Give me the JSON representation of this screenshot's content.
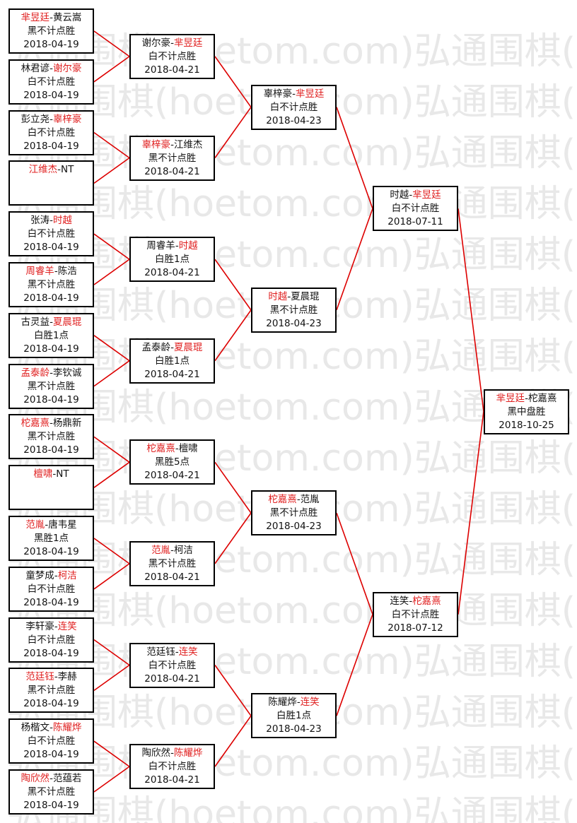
{
  "watermark": {
    "text": "弘通围棋(hoetom.com)",
    "color": "#e8e8e8"
  },
  "colors": {
    "winner": "#e02020",
    "line": "#dd0000",
    "border": "#000000"
  },
  "rounds": [
    [
      {
        "p1": "芈昱廷",
        "p2": "黄云嵩",
        "winner": 1,
        "result": "黑不计点胜",
        "date": "2018-04-19"
      },
      {
        "p1": "林君谚",
        "p2": "谢尔豪",
        "winner": 2,
        "result": "白不计点胜",
        "date": "2018-04-19"
      },
      {
        "p1": "彭立尧",
        "p2": "辜梓豪",
        "winner": 2,
        "result": "白不计点胜",
        "date": "2018-04-19"
      },
      {
        "p1": "江维杰",
        "p2": "NT",
        "winner": 1,
        "result": "",
        "date": ""
      },
      {
        "p1": "张涛",
        "p2": "时越",
        "winner": 2,
        "result": "白不计点胜",
        "date": "2018-04-19"
      },
      {
        "p1": "周睿羊",
        "p2": "陈浩",
        "winner": 1,
        "result": "黑不计点胜",
        "date": "2018-04-19"
      },
      {
        "p1": "古灵益",
        "p2": "夏晨琨",
        "winner": 2,
        "result": "白胜1点",
        "date": "2018-04-19"
      },
      {
        "p1": "孟泰龄",
        "p2": "李钦诚",
        "winner": 1,
        "result": "黑不计点胜",
        "date": "2018-04-19"
      },
      {
        "p1": "柁嘉熹",
        "p2": "杨鼎新",
        "winner": 1,
        "result": "黑不计点胜",
        "date": "2018-04-19"
      },
      {
        "p1": "檀啸",
        "p2": "NT",
        "winner": 1,
        "result": "",
        "date": ""
      },
      {
        "p1": "范胤",
        "p2": "唐韦星",
        "winner": 1,
        "result": "黑胜1点",
        "date": "2018-04-19"
      },
      {
        "p1": "童梦成",
        "p2": "柯洁",
        "winner": 2,
        "result": "白不计点胜",
        "date": "2018-04-19"
      },
      {
        "p1": "李轩豪",
        "p2": "连笑",
        "winner": 2,
        "result": "白不计点胜",
        "date": "2018-04-19"
      },
      {
        "p1": "范廷钰",
        "p2": "李赫",
        "winner": 1,
        "result": "黑不计点胜",
        "date": "2018-04-19"
      },
      {
        "p1": "杨楷文",
        "p2": "陈耀烨",
        "winner": 2,
        "result": "白不计点胜",
        "date": "2018-04-19"
      },
      {
        "p1": "陶欣然",
        "p2": "范蕴若",
        "winner": 1,
        "result": "黑不计点胜",
        "date": "2018-04-19"
      }
    ],
    [
      {
        "p1": "谢尔豪",
        "p2": "芈昱廷",
        "winner": 2,
        "result": "白不计点胜",
        "date": "2018-04-21"
      },
      {
        "p1": "辜梓豪",
        "p2": "江维杰",
        "winner": 1,
        "result": "黑不计点胜",
        "date": "2018-04-21"
      },
      {
        "p1": "周睿羊",
        "p2": "时越",
        "winner": 2,
        "result": "白胜1点",
        "date": "2018-04-21"
      },
      {
        "p1": "孟泰龄",
        "p2": "夏晨琨",
        "winner": 2,
        "result": "白胜1点",
        "date": "2018-04-21"
      },
      {
        "p1": "柁嘉熹",
        "p2": "檀啸",
        "winner": 1,
        "result": "黑胜5点",
        "date": "2018-04-21"
      },
      {
        "p1": "范胤",
        "p2": "柯洁",
        "winner": 1,
        "result": "黑不计点胜",
        "date": "2018-04-21"
      },
      {
        "p1": "范廷钰",
        "p2": "连笑",
        "winner": 2,
        "result": "白不计点胜",
        "date": "2018-04-21"
      },
      {
        "p1": "陶欣然",
        "p2": "陈耀烨",
        "winner": 2,
        "result": "白不计点胜",
        "date": "2018-04-21"
      }
    ],
    [
      {
        "p1": "辜梓豪",
        "p2": "芈昱廷",
        "winner": 2,
        "result": "白不计点胜",
        "date": "2018-04-23"
      },
      {
        "p1": "时越",
        "p2": "夏晨琨",
        "winner": 1,
        "result": "黑不计点胜",
        "date": "2018-04-23"
      },
      {
        "p1": "柁嘉熹",
        "p2": "范胤",
        "winner": 1,
        "result": "黑不计点胜",
        "date": "2018-04-23"
      },
      {
        "p1": "陈耀烨",
        "p2": "连笑",
        "winner": 2,
        "result": "白胜1点",
        "date": "2018-04-23"
      }
    ],
    [
      {
        "p1": "时越",
        "p2": "芈昱廷",
        "winner": 2,
        "result": "白不计点胜",
        "date": "2018-07-11"
      },
      {
        "p1": "连笑",
        "p2": "柁嘉熹",
        "winner": 2,
        "result": "白不计点胜",
        "date": "2018-07-12"
      }
    ],
    [
      {
        "p1": "芈昱廷",
        "p2": "柁嘉熹",
        "winner": 1,
        "result": "黑中盘胜",
        "date": "2018-10-25"
      }
    ]
  ]
}
